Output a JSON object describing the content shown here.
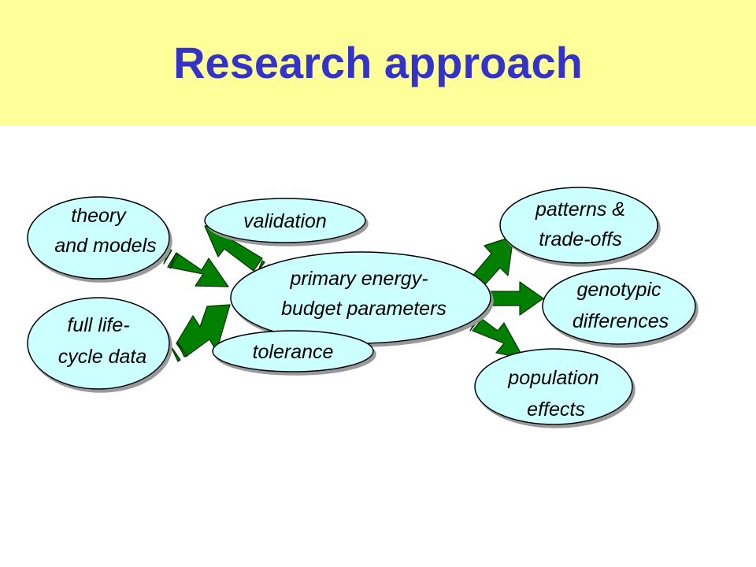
{
  "header": {
    "title": "Research approach",
    "background": "#ffff99",
    "title_color": "#3333cc"
  },
  "diagram": {
    "node_fill": "#ccffff",
    "node_stroke": "#000000",
    "arrow_fill": "#007f00",
    "arrow_stroke": "#003300",
    "nodes": {
      "theory": [
        "theory",
        "and models"
      ],
      "fullcycle": [
        "full life-",
        "cycle data"
      ],
      "validation": [
        "validation"
      ],
      "primary": [
        "primary energy-",
        "budget parameters"
      ],
      "tolerance": [
        "tolerance"
      ],
      "patterns": [
        "patterns &",
        "trade-offs"
      ],
      "genotypic": [
        "genotypic",
        "differences"
      ],
      "population": [
        "population",
        "effects"
      ]
    }
  }
}
